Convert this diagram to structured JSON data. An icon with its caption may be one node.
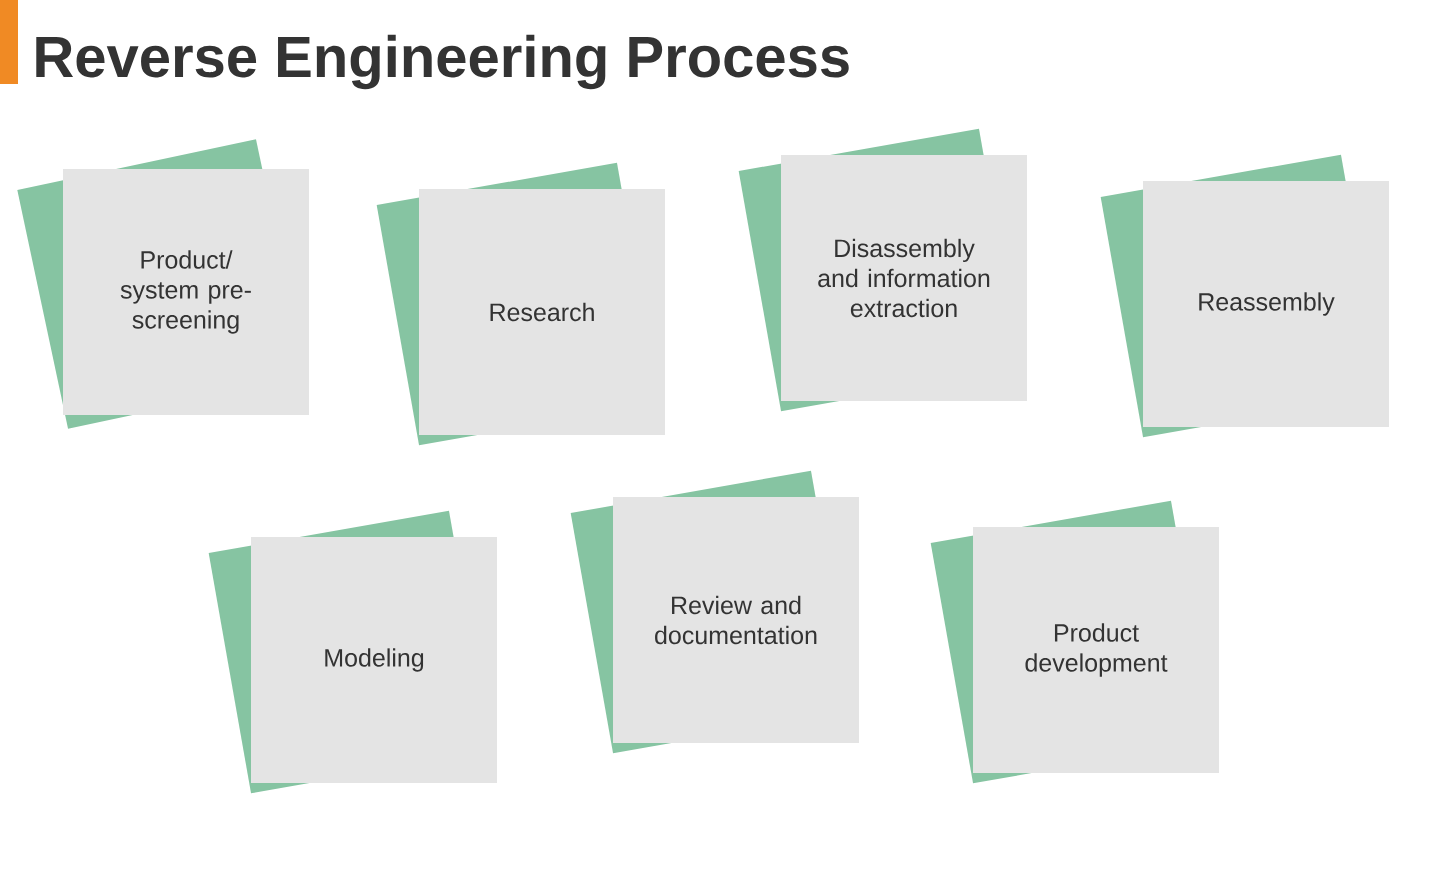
{
  "diagram": {
    "title": "Reverse Engineering Process",
    "nodes": [
      {
        "text": [
          "Product/ system pre-screening"
        ]
      },
      {
        "text": [
          "Research"
        ]
      },
      {
        "text": [
          "Disassembly and information extraction"
        ]
      },
      {
        "text": [
          "Reassembly"
        ]
      },
      {
        "text": [
          "Modeling"
        ]
      },
      {
        "text": [
          "Review and documentation"
        ]
      },
      {
        "text": [
          "Product development"
        ]
      }
    ]
  }
}
